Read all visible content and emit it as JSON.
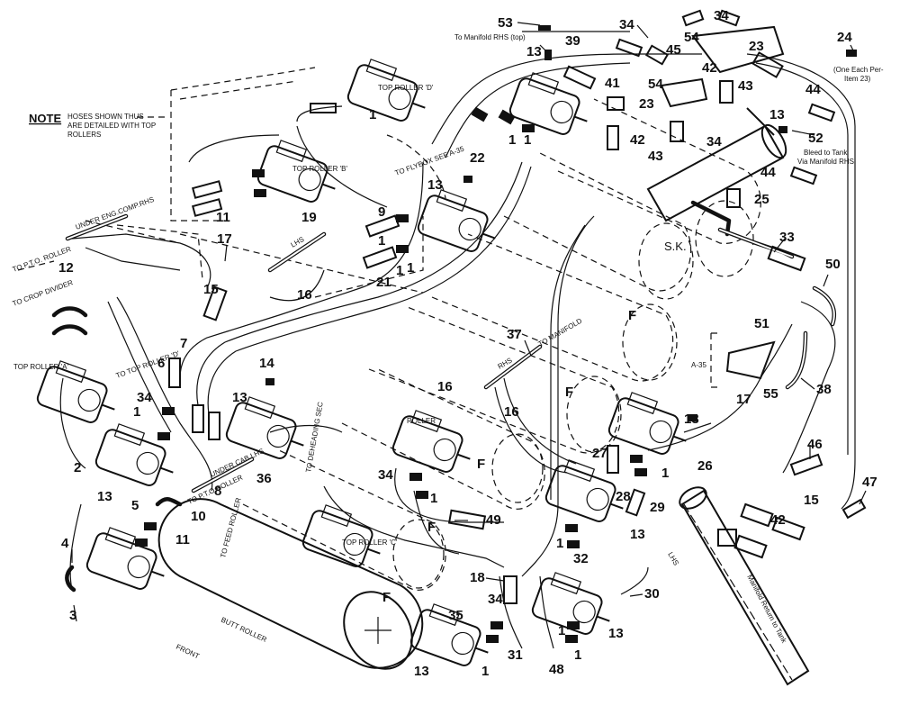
{
  "note": {
    "heading": "NOTE",
    "line1": "HOSES SHOWN THUS",
    "line2": "ARE DETAILED WITH TOP",
    "line3": "ROLLERS"
  },
  "rollers": {
    "butt": "BUTT ROLLER",
    "front": "FRONT",
    "sk": "S.K.",
    "f_marks": [
      "F",
      "F",
      "F",
      "F",
      "F"
    ]
  },
  "labels": {
    "to_manifold_rhs_top": "To Manifold RHS (top)",
    "one_each_per": "(One Each Per-",
    "item_23": "Item 23)",
    "bleed_to_tank": "Bleed to Tank",
    "via_manifold_rhs": "Via Manifold RHS",
    "under_eng_comp_rhs": "UNDER ENG.COMP.RHS",
    "to_pto_roller": "TO P.T.O. ROLLER",
    "to_crop_divider": "TO CROP DIVIDER",
    "top_roller_a": "TOP ROLLER 'A'",
    "to_top_roller_d": "TO TOP ROLLER 'D'",
    "top_roller_d": "TOP ROLLER 'D'",
    "top_roller_b": "TOP ROLLER 'B'",
    "to_flybox": "TO FLYBOX SEE A-35",
    "lhs": "LHS",
    "rhs": "RHS",
    "under_cab_lhs": "UNDER CAB LHS",
    "to_pto_roller_2": "TO P.T.O ROLLER",
    "to_feed_roller": "TO FEED ROLLER",
    "top_roller_c": "TOP ROLLER 'C'",
    "to_manifold": "TO MANIFOLD",
    "roller": "ROLLER",
    "to_deheading": "TO DEHEADING SEC",
    "a35": "A-35",
    "lhs_pipe": "LHS",
    "manifold_return": "Manifold Return to Tank"
  },
  "callouts": [
    "53",
    "13",
    "34",
    "34",
    "24",
    "39",
    "45",
    "54",
    "23",
    "42",
    "43",
    "41",
    "54",
    "23",
    "44",
    "13",
    "42",
    "43",
    "34",
    "52",
    "44",
    "25",
    "1",
    "1",
    "11",
    "22",
    "13",
    "9",
    "1",
    "1",
    "21",
    "19",
    "16",
    "17",
    "15",
    "12",
    "33",
    "50",
    "51",
    "38",
    "17",
    "55",
    "37",
    "16",
    "16",
    "27",
    "1",
    "26",
    "13",
    "7",
    "6",
    "14",
    "13",
    "8",
    "34",
    "1",
    "2",
    "13",
    "5",
    "10",
    "11",
    "4",
    "3",
    "36",
    "34",
    "28",
    "29",
    "1",
    "13",
    "49",
    "32",
    "1",
    "18",
    "34",
    "30",
    "35",
    "13",
    "1",
    "31",
    "48",
    "1",
    "13",
    "46",
    "15",
    "42",
    "47",
    "1",
    "1",
    "1"
  ]
}
